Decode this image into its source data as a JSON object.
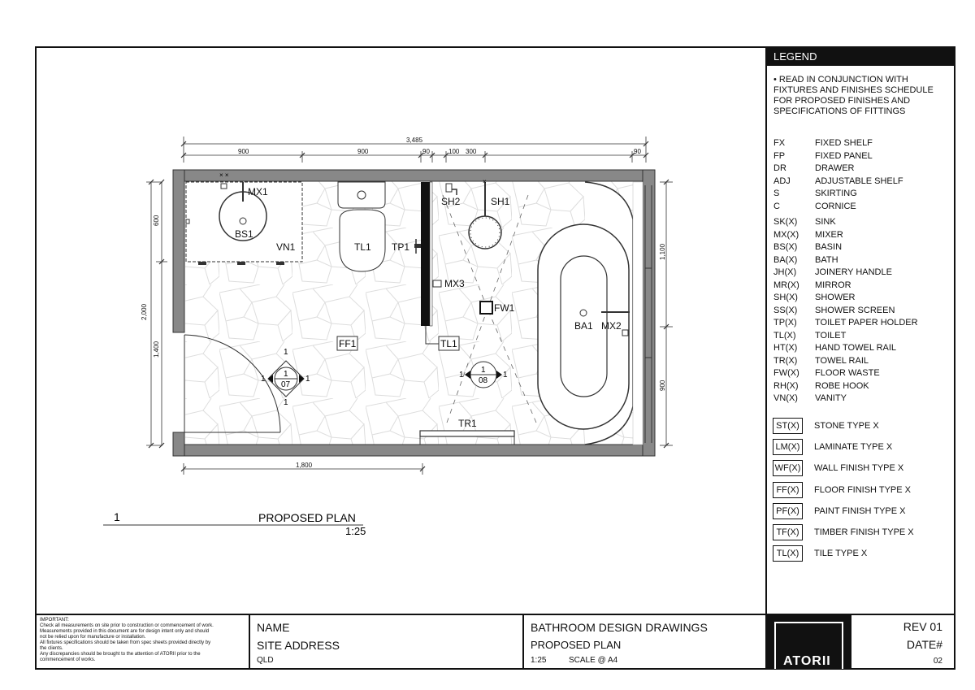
{
  "legend": {
    "title": "LEGEND",
    "note": "• READ IN CONJUNCTION WITH FIXTURES AND FINISHES SCHEDULE FOR PROPOSED FINISHES AND SPECIFICATIONS OF FITTINGS",
    "abbrev_group1": [
      {
        "code": "FX",
        "desc": "FIXED SHELF"
      },
      {
        "code": "FP",
        "desc": "FIXED PANEL"
      },
      {
        "code": "DR",
        "desc": "DRAWER"
      },
      {
        "code": "ADJ",
        "desc": "ADJUSTABLE SHELF"
      },
      {
        "code": "S",
        "desc": "SKIRTING"
      },
      {
        "code": "C",
        "desc": "CORNICE"
      }
    ],
    "abbrev_group2": [
      {
        "code": "SK(X)",
        "desc": "SINK"
      },
      {
        "code": "MX(X)",
        "desc": "MIXER"
      },
      {
        "code": "BS(X)",
        "desc": "BASIN"
      },
      {
        "code": "BA(X)",
        "desc": "BATH"
      },
      {
        "code": "JH(X)",
        "desc": "JOINERY HANDLE"
      },
      {
        "code": "MR(X)",
        "desc": "MIRROR"
      },
      {
        "code": "SH(X)",
        "desc": "SHOWER"
      },
      {
        "code": "SS(X)",
        "desc": "SHOWER SCREEN"
      },
      {
        "code": "TP(X)",
        "desc": "TOILET PAPER HOLDER"
      },
      {
        "code": "TL(X)",
        "desc": "TOILET"
      },
      {
        "code": "HT(X)",
        "desc": "HAND TOWEL RAIL"
      },
      {
        "code": "TR(X)",
        "desc": "TOWEL RAIL"
      },
      {
        "code": "FW(X)",
        "desc": "FLOOR WASTE"
      },
      {
        "code": "RH(X)",
        "desc": "ROBE HOOK"
      },
      {
        "code": "VN(X)",
        "desc": "VANITY"
      }
    ],
    "finishes": [
      {
        "code": "ST(X)",
        "desc": "STONE TYPE X"
      },
      {
        "code": "LM(X)",
        "desc": "LAMINATE TYPE X"
      },
      {
        "code": "WF(X)",
        "desc": "WALL FINISH TYPE X"
      },
      {
        "code": "FF(X)",
        "desc": "FLOOR FINISH TYPE X"
      },
      {
        "code": "PF(X)",
        "desc": "PAINT FINISH TYPE X"
      },
      {
        "code": "TF(X)",
        "desc": "TIMBER FINISH TYPE X"
      },
      {
        "code": "TL(X)",
        "desc": "TILE TYPE X"
      }
    ]
  },
  "plan": {
    "dims": {
      "overall": "3,485",
      "seg1": "900",
      "seg2": "900",
      "seg3": "90",
      "seg4": "100",
      "seg5": "300",
      "seg6": "90",
      "left_overall": "2,000",
      "left_top": "600",
      "left_bottom": "1,400",
      "right_top": "1,100",
      "right_bottom": "900",
      "bottom": "1,800"
    },
    "labels": {
      "mx1": "MX1",
      "bs1": "BS1",
      "vn1": "VN1",
      "tl1": "TL1",
      "tp1": "TP1",
      "sh2": "SH2",
      "sh1": "SH1",
      "mx3": "MX3",
      "fw1": "FW1",
      "ba1": "BA1",
      "mx2": "MX2",
      "ff1": "FF1",
      "tl1_tag": "TL1",
      "tr1": "TR1"
    },
    "elev_markers": [
      {
        "top": "1",
        "num": "07",
        "left": "1",
        "right": "1",
        "bottom": "1"
      },
      {
        "top": "1",
        "num": "08",
        "left": "1",
        "right": "1"
      }
    ],
    "caption_number": "1",
    "caption_title": "PROPOSED PLAN",
    "caption_scale": "1:25"
  },
  "titleblock": {
    "important_title": "IMPORTANT:",
    "important_lines": [
      "Check all measurements on site prior to construction or commencement of work.",
      "Measurements provided in this document are for design intent only and should",
      "not be relied upon for manufacture or installation.",
      "All fixtures specifications should be taken from spec sheets provided directly by",
      "the clients.",
      "Any discrepancies should be brought to the attention of ATORII prior to the",
      "commencement of works."
    ],
    "name": "NAME",
    "site_address": "SITE ADDRESS",
    "state": "QLD",
    "project": "BATHROOM DESIGN DRAWINGS",
    "drawing": "PROPOSED PLAN",
    "scale": "1:25",
    "scale_note": "SCALE @ A4",
    "logo": "ATORII",
    "rev": "REV 01",
    "date": "DATE#",
    "sheet_no": "02"
  }
}
